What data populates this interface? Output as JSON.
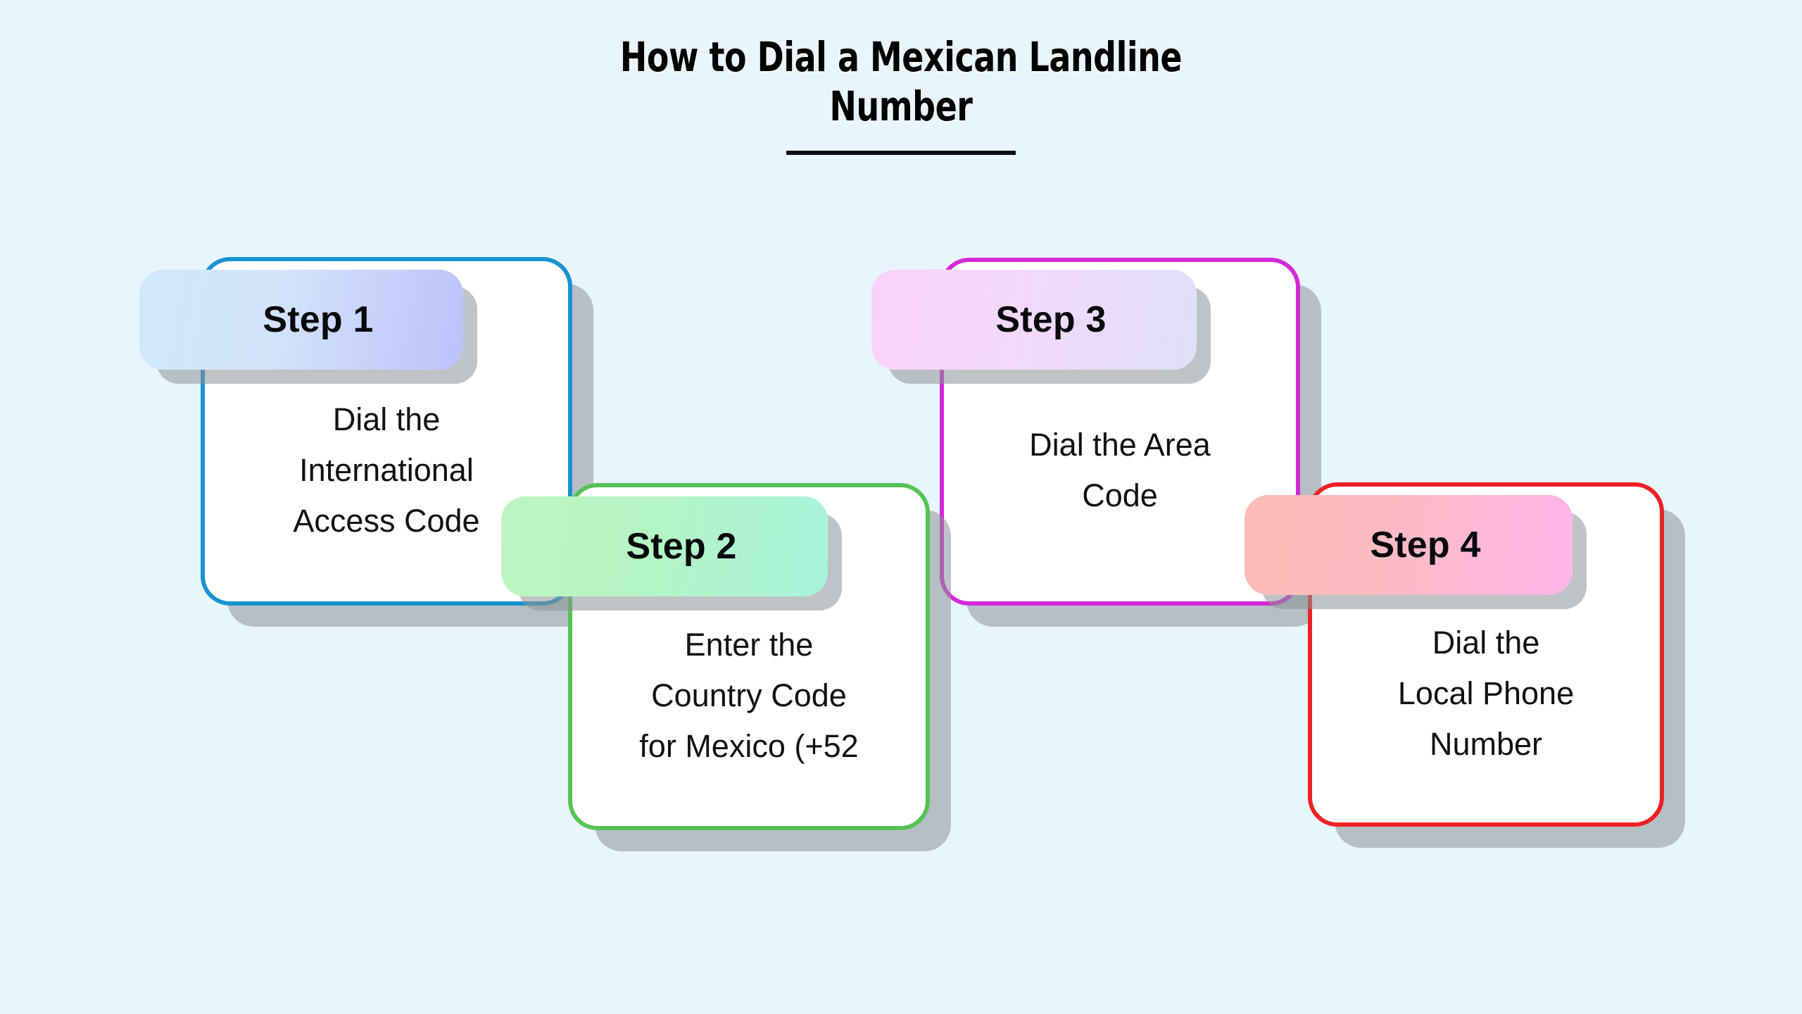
{
  "page": {
    "background_color": "#e8f5fc",
    "title": "How to Dial a Mexican Landline Number"
  },
  "steps": [
    {
      "chip_label": "Step 1",
      "body": "Dial the\nInternational\nAccess Code",
      "border_color": "#1992d0",
      "chip_gradient_from": "#cfe9fb",
      "chip_gradient_to": "#bcc2fb"
    },
    {
      "chip_label": "Step 2",
      "body": "Enter the\nCountry Code\nfor Mexico (+52",
      "border_color": "#55c254",
      "chip_gradient_from": "#bdf5c1",
      "chip_gradient_to": "#a8f3dd"
    },
    {
      "chip_label": "Step 3",
      "body": "Dial the Area\nCode",
      "border_color": "#d327d8",
      "chip_gradient_from": "#fbd2f9",
      "chip_gradient_to": "#dfe0f7"
    },
    {
      "chip_label": "Step 4",
      "body": "Dial the\nLocal Phone\nNumber",
      "border_color": "#ed2024",
      "chip_gradient_from": "#fbbcb7",
      "chip_gradient_to": "#fdb6ea"
    }
  ]
}
